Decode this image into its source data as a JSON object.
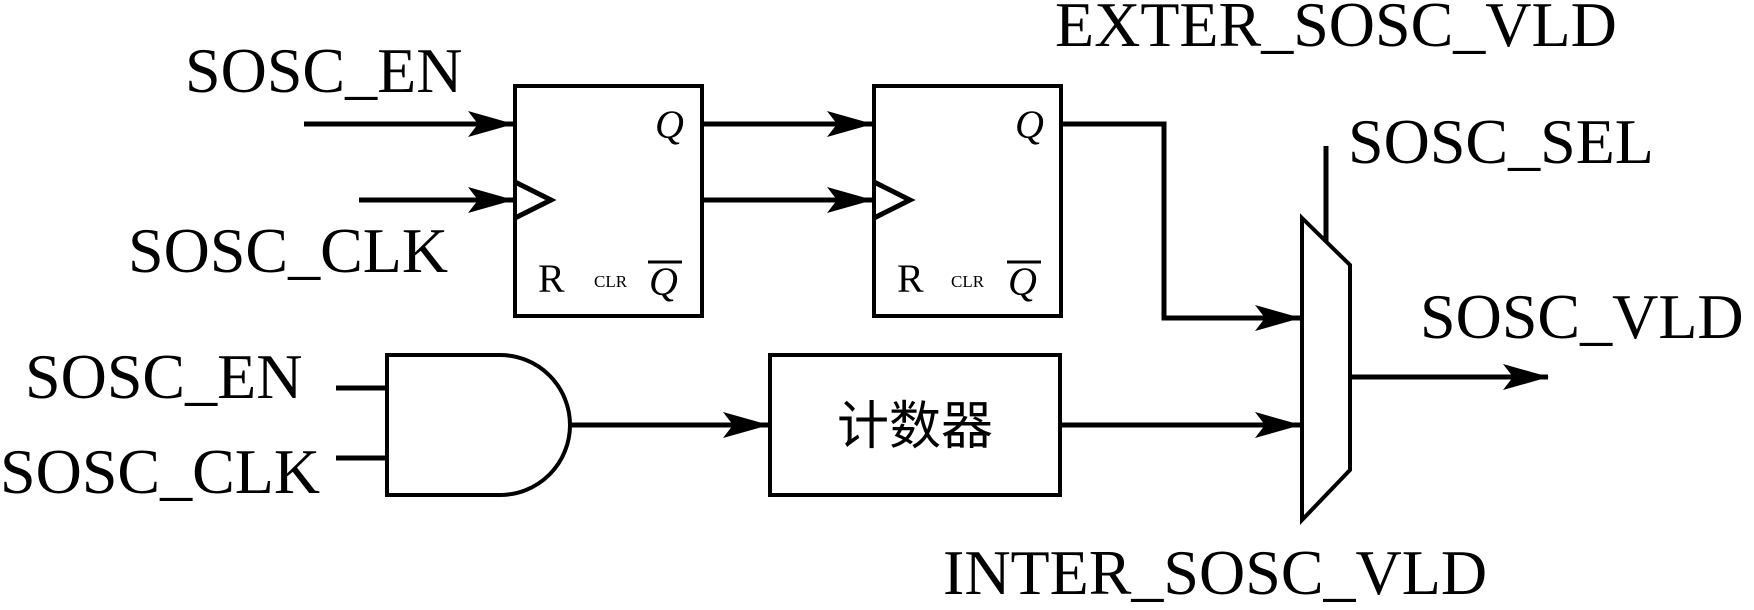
{
  "labels": {
    "ff1_en": "SOSC_EN",
    "ff1_clk": "SOSC_CLK",
    "gate_en": "SOSC_EN",
    "gate_clk": "SOSC_CLK",
    "exter_vld": "EXTER_SOSC_VLD",
    "sel": "SOSC_SEL",
    "out_vld": "SOSC_VLD",
    "inter_vld": "INTER_SOSC_VLD"
  },
  "counter": {
    "label": "计数器"
  },
  "flipflop1": {
    "q": "Q",
    "qbar": "Q",
    "r": "R",
    "clr": "CLR"
  },
  "flipflop2": {
    "q": "Q",
    "qbar": "Q",
    "r": "R",
    "clr": "CLR"
  }
}
